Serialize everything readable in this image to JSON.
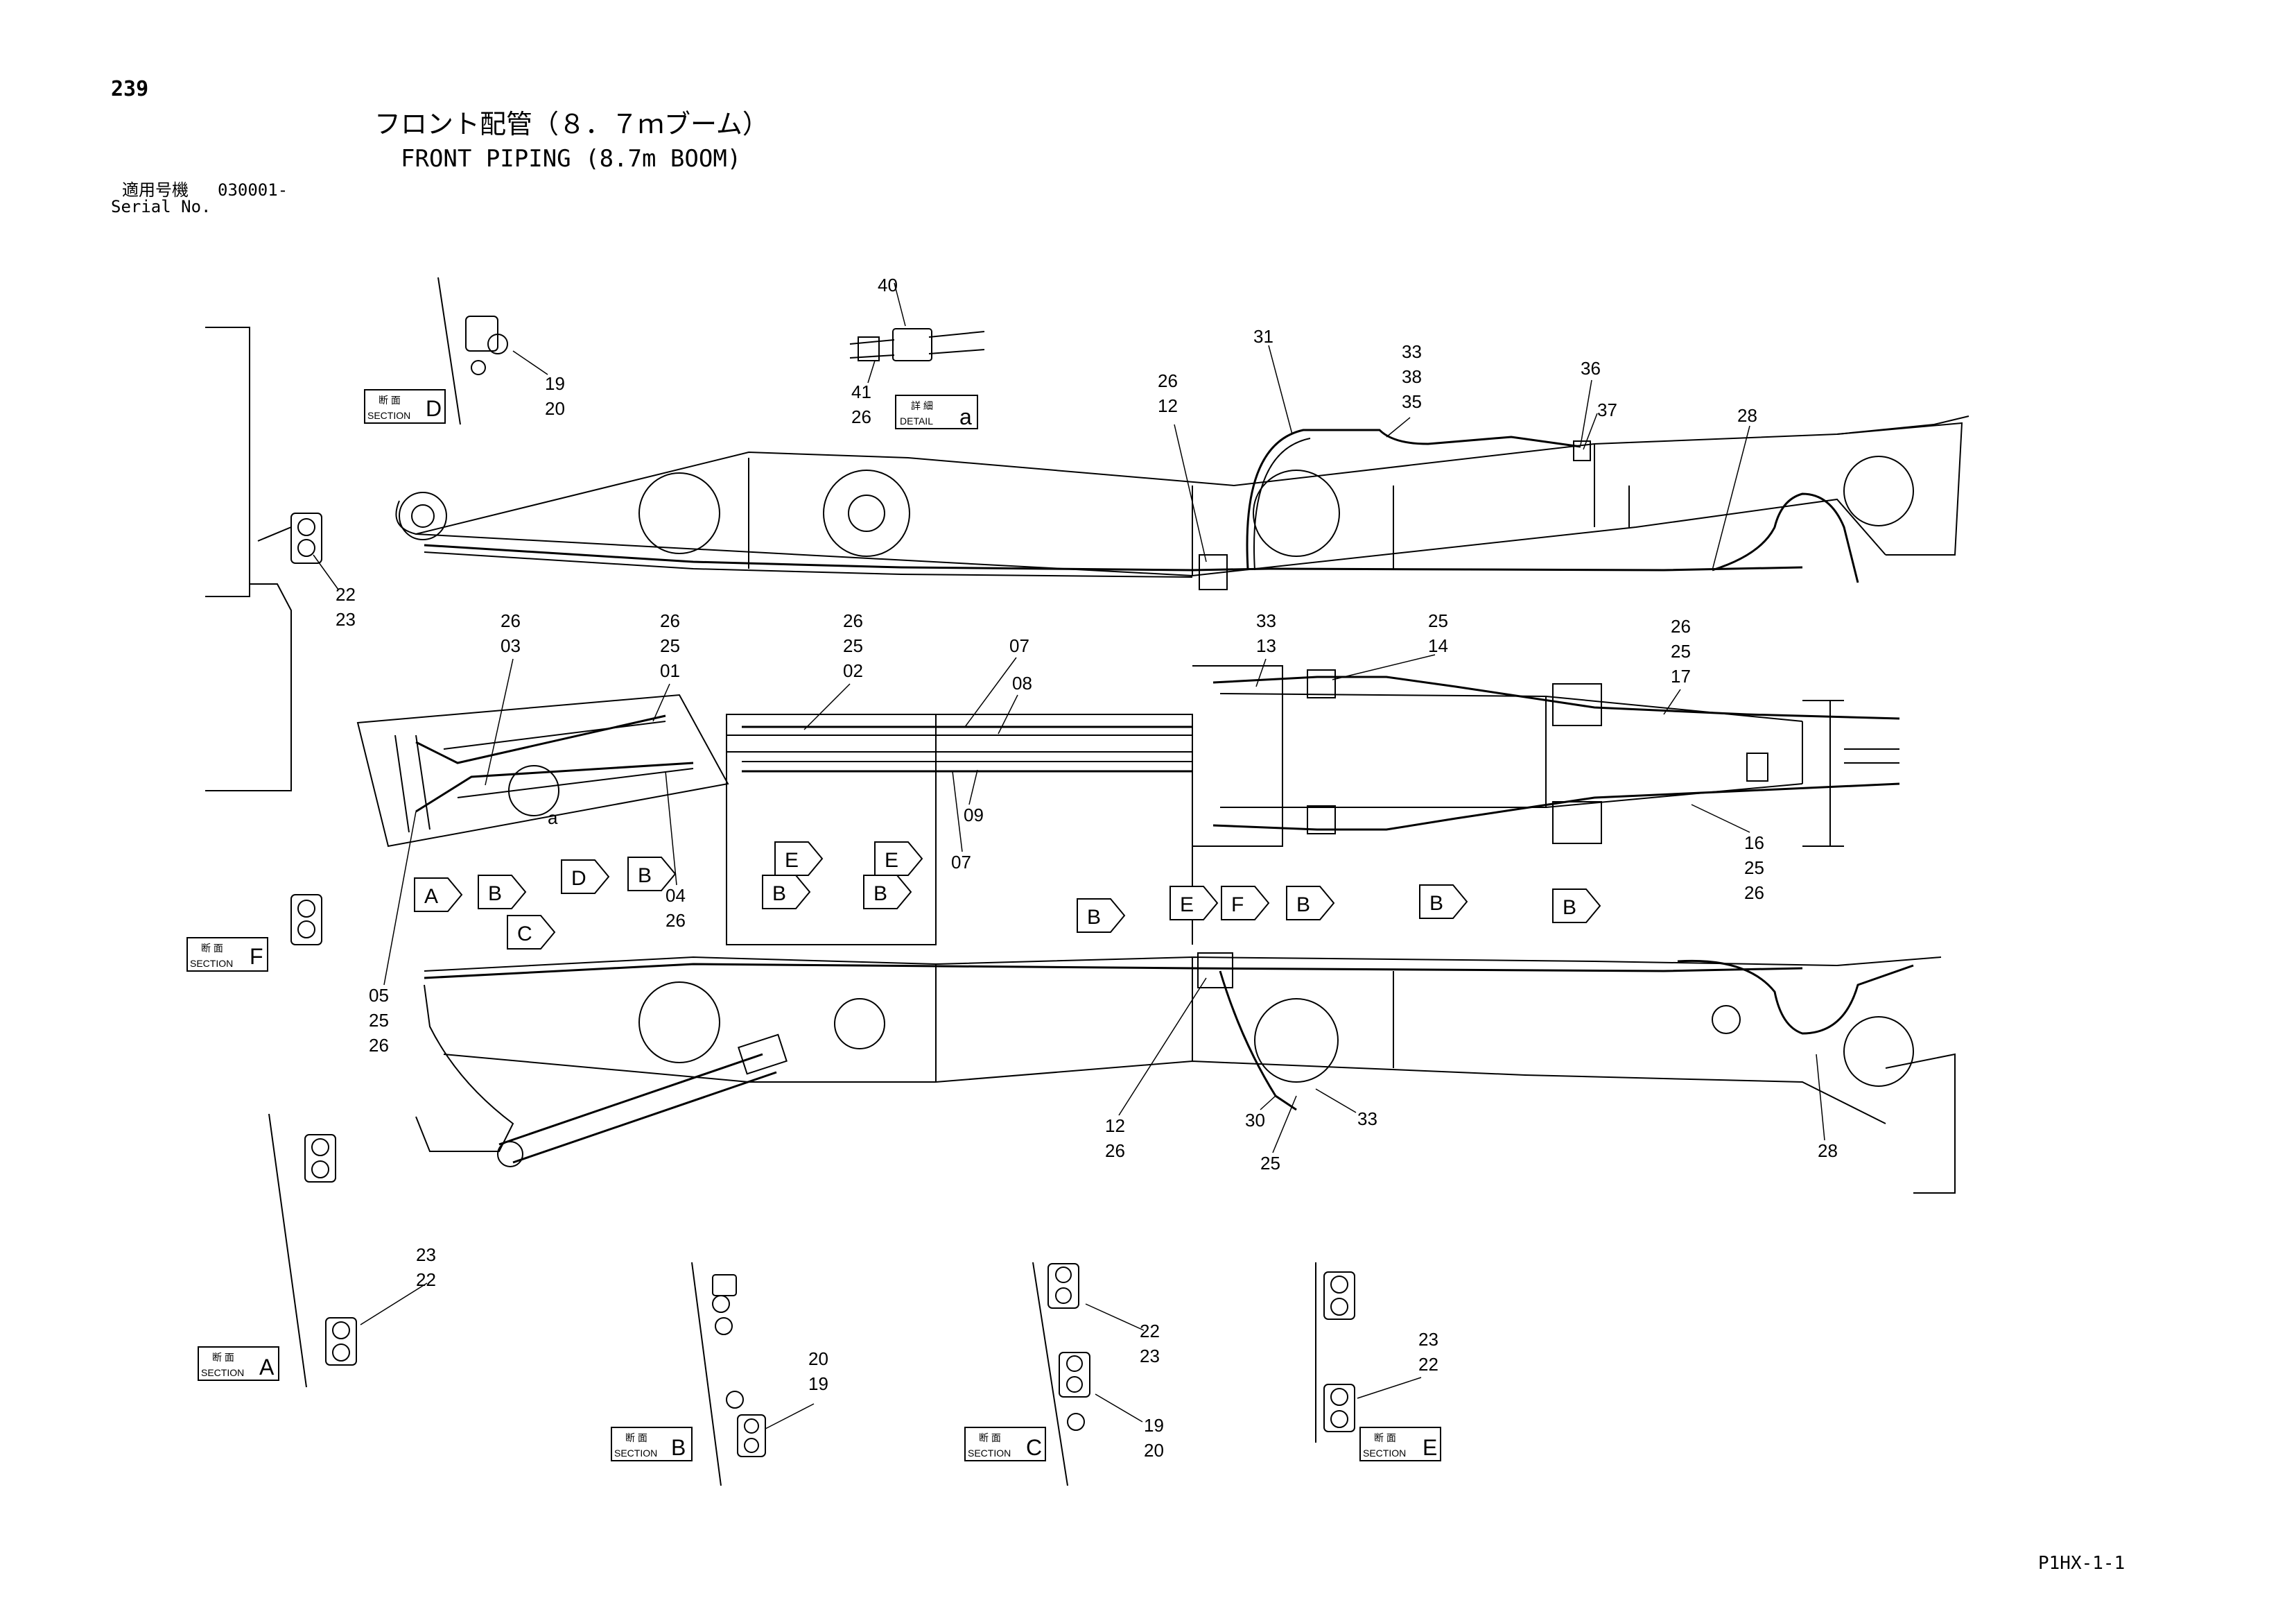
{
  "header": {
    "page_number": "239",
    "title_jp": "フロント配管（８．７ｍブーム）",
    "title_en": "FRONT PIPING (8.7m BOOM)",
    "serial_label_jp": "適用号機",
    "serial_value": "030001-",
    "serial_label_en": "Serial No."
  },
  "footer": {
    "code": "P1HX-1-1"
  },
  "section_tag": {
    "jp": "断 面",
    "en": "SECTION"
  },
  "detail_tag": {
    "jp": "詳 細",
    "en": "DETAIL"
  },
  "section_letters": {
    "d": "D",
    "f": "F",
    "a": "A",
    "b": "B",
    "c": "C",
    "e": "E",
    "detail": "a"
  },
  "callouts": {
    "sec_d_top": "19",
    "sec_d_bot": "20",
    "det_40": "40",
    "det_41": "41",
    "det_26": "26",
    "sec_f_top": "22",
    "sec_f_bot": "23",
    "top_26": "26",
    "top_12": "12",
    "top_31": "31",
    "top_33": "33",
    "top_38": "38",
    "top_35": "35",
    "top_36": "36",
    "top_37": "37",
    "top_28": "28",
    "mid_26a": "26",
    "mid_03": "03",
    "mid_26b": "26",
    "mid_25b": "25",
    "mid_01": "01",
    "mid_26c": "26",
    "mid_25c": "25",
    "mid_02": "02",
    "mid_07a": "07",
    "mid_08": "08",
    "mid_33": "33",
    "mid_13": "13",
    "mid_25d": "25",
    "mid_14": "14",
    "mid_26e": "26",
    "mid_25e": "25",
    "mid_17": "17",
    "mid_09": "09",
    "mid_07b": "07",
    "mid_04": "04",
    "mid_26f": "26",
    "mid_16": "16",
    "mid_25g": "25",
    "mid_26g": "26",
    "mid_a": "a",
    "bot_05": "05",
    "bot_25": "25",
    "bot_26": "26",
    "bot_12": "12",
    "bot_26b": "26",
    "bot_30": "30",
    "bot_25b": "25",
    "bot_33": "33",
    "bot_28": "28",
    "sec_a_top": "23",
    "sec_a_bot": "22",
    "sec_b_top": "20",
    "sec_b_bot": "19",
    "sec_c_top": "22",
    "sec_c_bot": "23",
    "sec_c_top2": "19",
    "sec_c_bot2": "20",
    "sec_e_top": "23",
    "sec_e_bot": "22"
  },
  "view_arrows": [
    "A",
    "B",
    "D",
    "B",
    "C",
    "E",
    "B",
    "E",
    "B",
    "B",
    "E",
    "F",
    "B",
    "B",
    "B"
  ]
}
